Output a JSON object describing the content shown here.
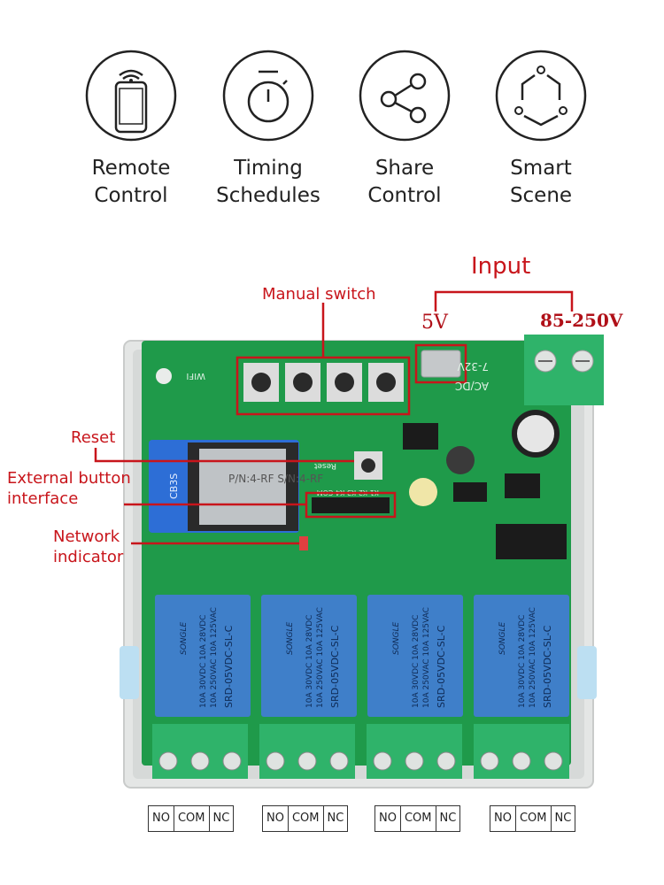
{
  "features": [
    {
      "icon": "smartphone-wifi-icon",
      "label": "Remote\nControl"
    },
    {
      "icon": "stopwatch-icon",
      "label": "Timing\nSchedules"
    },
    {
      "icon": "share-icon",
      "label": "Share\nControl"
    },
    {
      "icon": "hexagon-scene-icon",
      "label": "Smart\nScene"
    }
  ],
  "callouts": {
    "input": "Input",
    "v5": "5V",
    "vac": "85-250V",
    "manual_switch": "Manual switch",
    "reset": "Reset",
    "external_button": "External button\ninterface",
    "network_indicator": "Network\nindicator"
  },
  "board": {
    "wifi_label": "WIFI",
    "module_label": "CB3S",
    "module_model": "P/N:4-RF\nS/N:4-RF",
    "reset_label": "Reset",
    "header_pins": "K1 K2 K3 K4 COM",
    "acdc_label": "AC/DC",
    "dc_range": "7-32V",
    "relay_brand": "SONGLE",
    "relay_model": "SRD-05VDC-SL-C",
    "relay_rating_a": "10A 250VAC  10A 125VAC",
    "relay_rating_b": "10A 30VDC  10A 28VDC"
  },
  "terminals": [
    [
      "NO",
      "COM",
      "NC"
    ],
    [
      "NO",
      "COM",
      "NC"
    ],
    [
      "NO",
      "COM",
      "NC"
    ],
    [
      "NO",
      "COM",
      "NC"
    ]
  ],
  "colors": {
    "pcb": "#1f9a4a",
    "terminal": "#2fb36a",
    "relay": "#3f7fc9",
    "callout_red": "#c8151b"
  }
}
